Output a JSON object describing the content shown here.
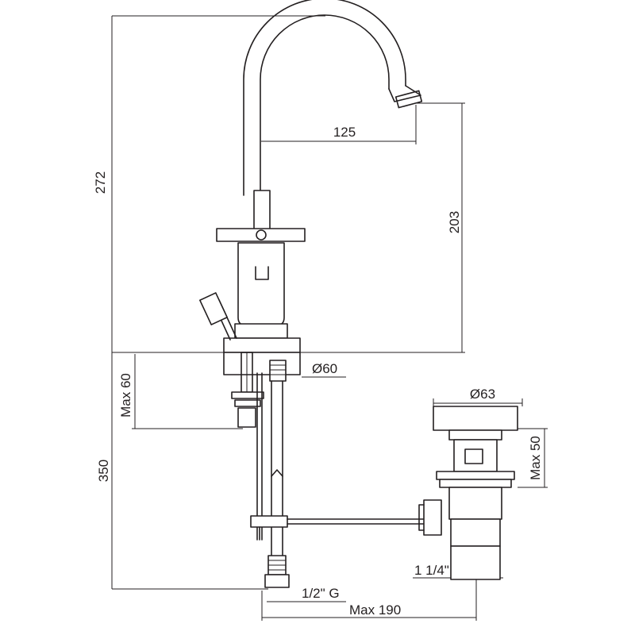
{
  "dimensions": {
    "total_height_top": "272",
    "spout_reach": "125",
    "spout_height": "203",
    "base_diameter": "Ø60",
    "max_deck_thickness": "Max 60",
    "total_height_bottom": "350",
    "waste_diameter": "Ø63",
    "waste_max_thickness": "Max 50",
    "waste_thread": "1 1/4\"",
    "supply_thread": "1/2\" G",
    "max_rod_length": "Max 190"
  }
}
